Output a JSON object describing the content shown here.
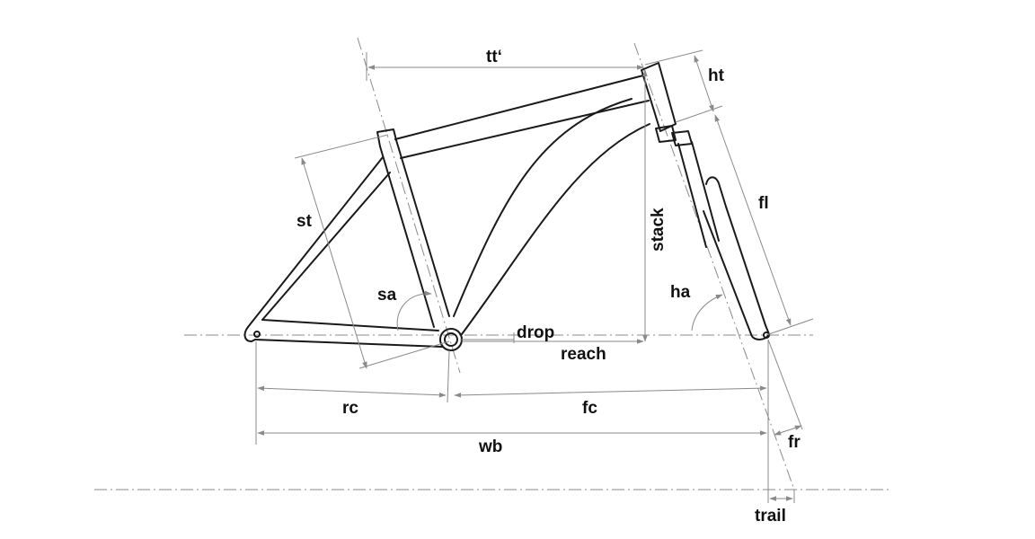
{
  "labels": {
    "tt": "tt‘",
    "ht": "ht",
    "st": "st",
    "stack": "stack",
    "fl": "fl",
    "sa": "sa",
    "ha": "ha",
    "drop": "drop",
    "reach": "reach",
    "rc": "rc",
    "fc": "fc",
    "wb": "wb",
    "fr": "fr",
    "trail": "trail"
  },
  "colors": {
    "frame": "#1a1a1a",
    "dimension": "#8a8a8a",
    "label": "#111111"
  }
}
